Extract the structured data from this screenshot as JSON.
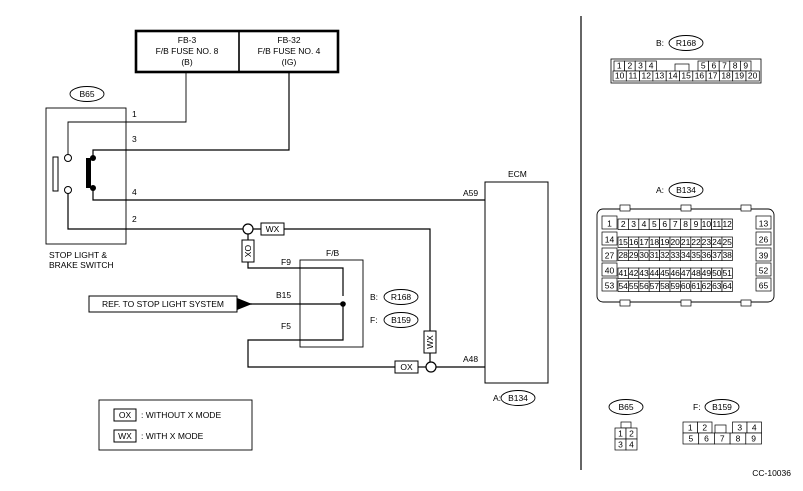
{
  "fuse_box": {
    "left": {
      "line1": "FB-3",
      "line2": "F/B FUSE NO. 8",
      "line3": "(B)"
    },
    "right": {
      "line1": "FB-32",
      "line2": "F/B FUSE NO. 4",
      "line3": "(IG)"
    }
  },
  "switch": {
    "ref": "B65",
    "label_line1": "STOP LIGHT &",
    "label_line2": "BRAKE SWITCH",
    "pins": [
      "1",
      "3",
      "4",
      "2"
    ]
  },
  "ecm": {
    "title": "ECM",
    "ref_prefix": "A:",
    "ref": "B134",
    "pins": [
      "A59",
      "A48"
    ]
  },
  "fb_block": {
    "title": "F/B",
    "pins": [
      "F9",
      "B15",
      "F5"
    ],
    "connectors": [
      {
        "prefix": "B:",
        "ref": "R168"
      },
      {
        "prefix": "F:",
        "ref": "B159"
      }
    ]
  },
  "reference_arrow": "REF. TO STOP LIGHT SYSTEM",
  "mode_tags": {
    "ox": "OX",
    "wx": "WX"
  },
  "legend": [
    {
      "tag": "OX",
      "text": ": WITHOUT X MODE"
    },
    {
      "tag": "WX",
      "text": ": WITH X MODE"
    }
  ],
  "connector_views": {
    "r168": {
      "prefix": "B:",
      "ref": "R168",
      "top_row": [
        "1",
        "2",
        "3",
        "4",
        "5",
        "6",
        "7",
        "8",
        "9"
      ],
      "bottom_row": [
        "10",
        "11",
        "12",
        "13",
        "14",
        "15",
        "16",
        "17",
        "18",
        "19",
        "20"
      ]
    },
    "b134": {
      "prefix": "A:",
      "ref": "B134",
      "row1": [
        "2",
        "3",
        "4",
        "5",
        "6",
        "7",
        "8",
        "9",
        "10",
        "11",
        "12"
      ],
      "row2": [
        "15",
        "16",
        "17",
        "18",
        "19",
        "20",
        "21",
        "22",
        "23",
        "24",
        "25"
      ],
      "row3": [
        "28",
        "29",
        "30",
        "31",
        "32",
        "33",
        "34",
        "35",
        "36",
        "37",
        "38"
      ],
      "row4": [
        "41",
        "42",
        "43",
        "44",
        "45",
        "46",
        "47",
        "48",
        "49",
        "50",
        "51"
      ],
      "row5": [
        "54",
        "55",
        "56",
        "57",
        "58",
        "59",
        "60",
        "61",
        "62",
        "63",
        "64"
      ],
      "left_col": [
        "1",
        "14",
        "27",
        "40",
        "53"
      ],
      "right_col": [
        "13",
        "26",
        "39",
        "52",
        "65"
      ]
    },
    "b65": {
      "ref": "B65",
      "pins": [
        "1",
        "2",
        "3",
        "4"
      ]
    },
    "b159": {
      "prefix": "F:",
      "ref": "B159",
      "top_row": [
        "1",
        "2",
        "3",
        "4"
      ],
      "bottom_row": [
        "5",
        "6",
        "7",
        "8",
        "9"
      ]
    }
  },
  "drawing_code": "CC-10036"
}
